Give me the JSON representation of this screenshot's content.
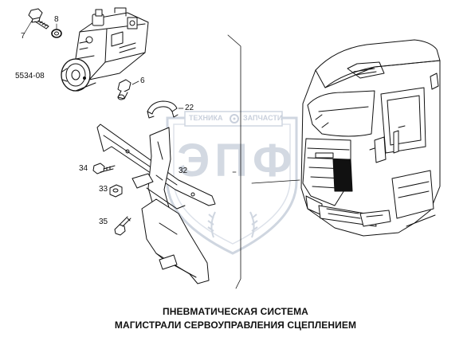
{
  "callouts": {
    "c7": "7",
    "c8": "8",
    "c6": "6",
    "c5534": "5534-08",
    "c22": "22",
    "c32": "32",
    "c34": "34",
    "c33": "33",
    "c35": "35"
  },
  "watermark": {
    "top_text_left": "ТЕХНИКА",
    "top_text_right": "ЗАПЧАСТИ",
    "main_text": "ЭПФ",
    "color": "#c9d0dc"
  },
  "caption": {
    "line1": "ПНЕВМАТИЧЕСКАЯ СИСТЕМА",
    "line2": "МАГИСТРАЛИ СЕРВОУПРАВЛЕНИЯ СЦЕПЛЕНИЕМ"
  },
  "colors": {
    "ink": "#111111",
    "background": "#ffffff"
  }
}
